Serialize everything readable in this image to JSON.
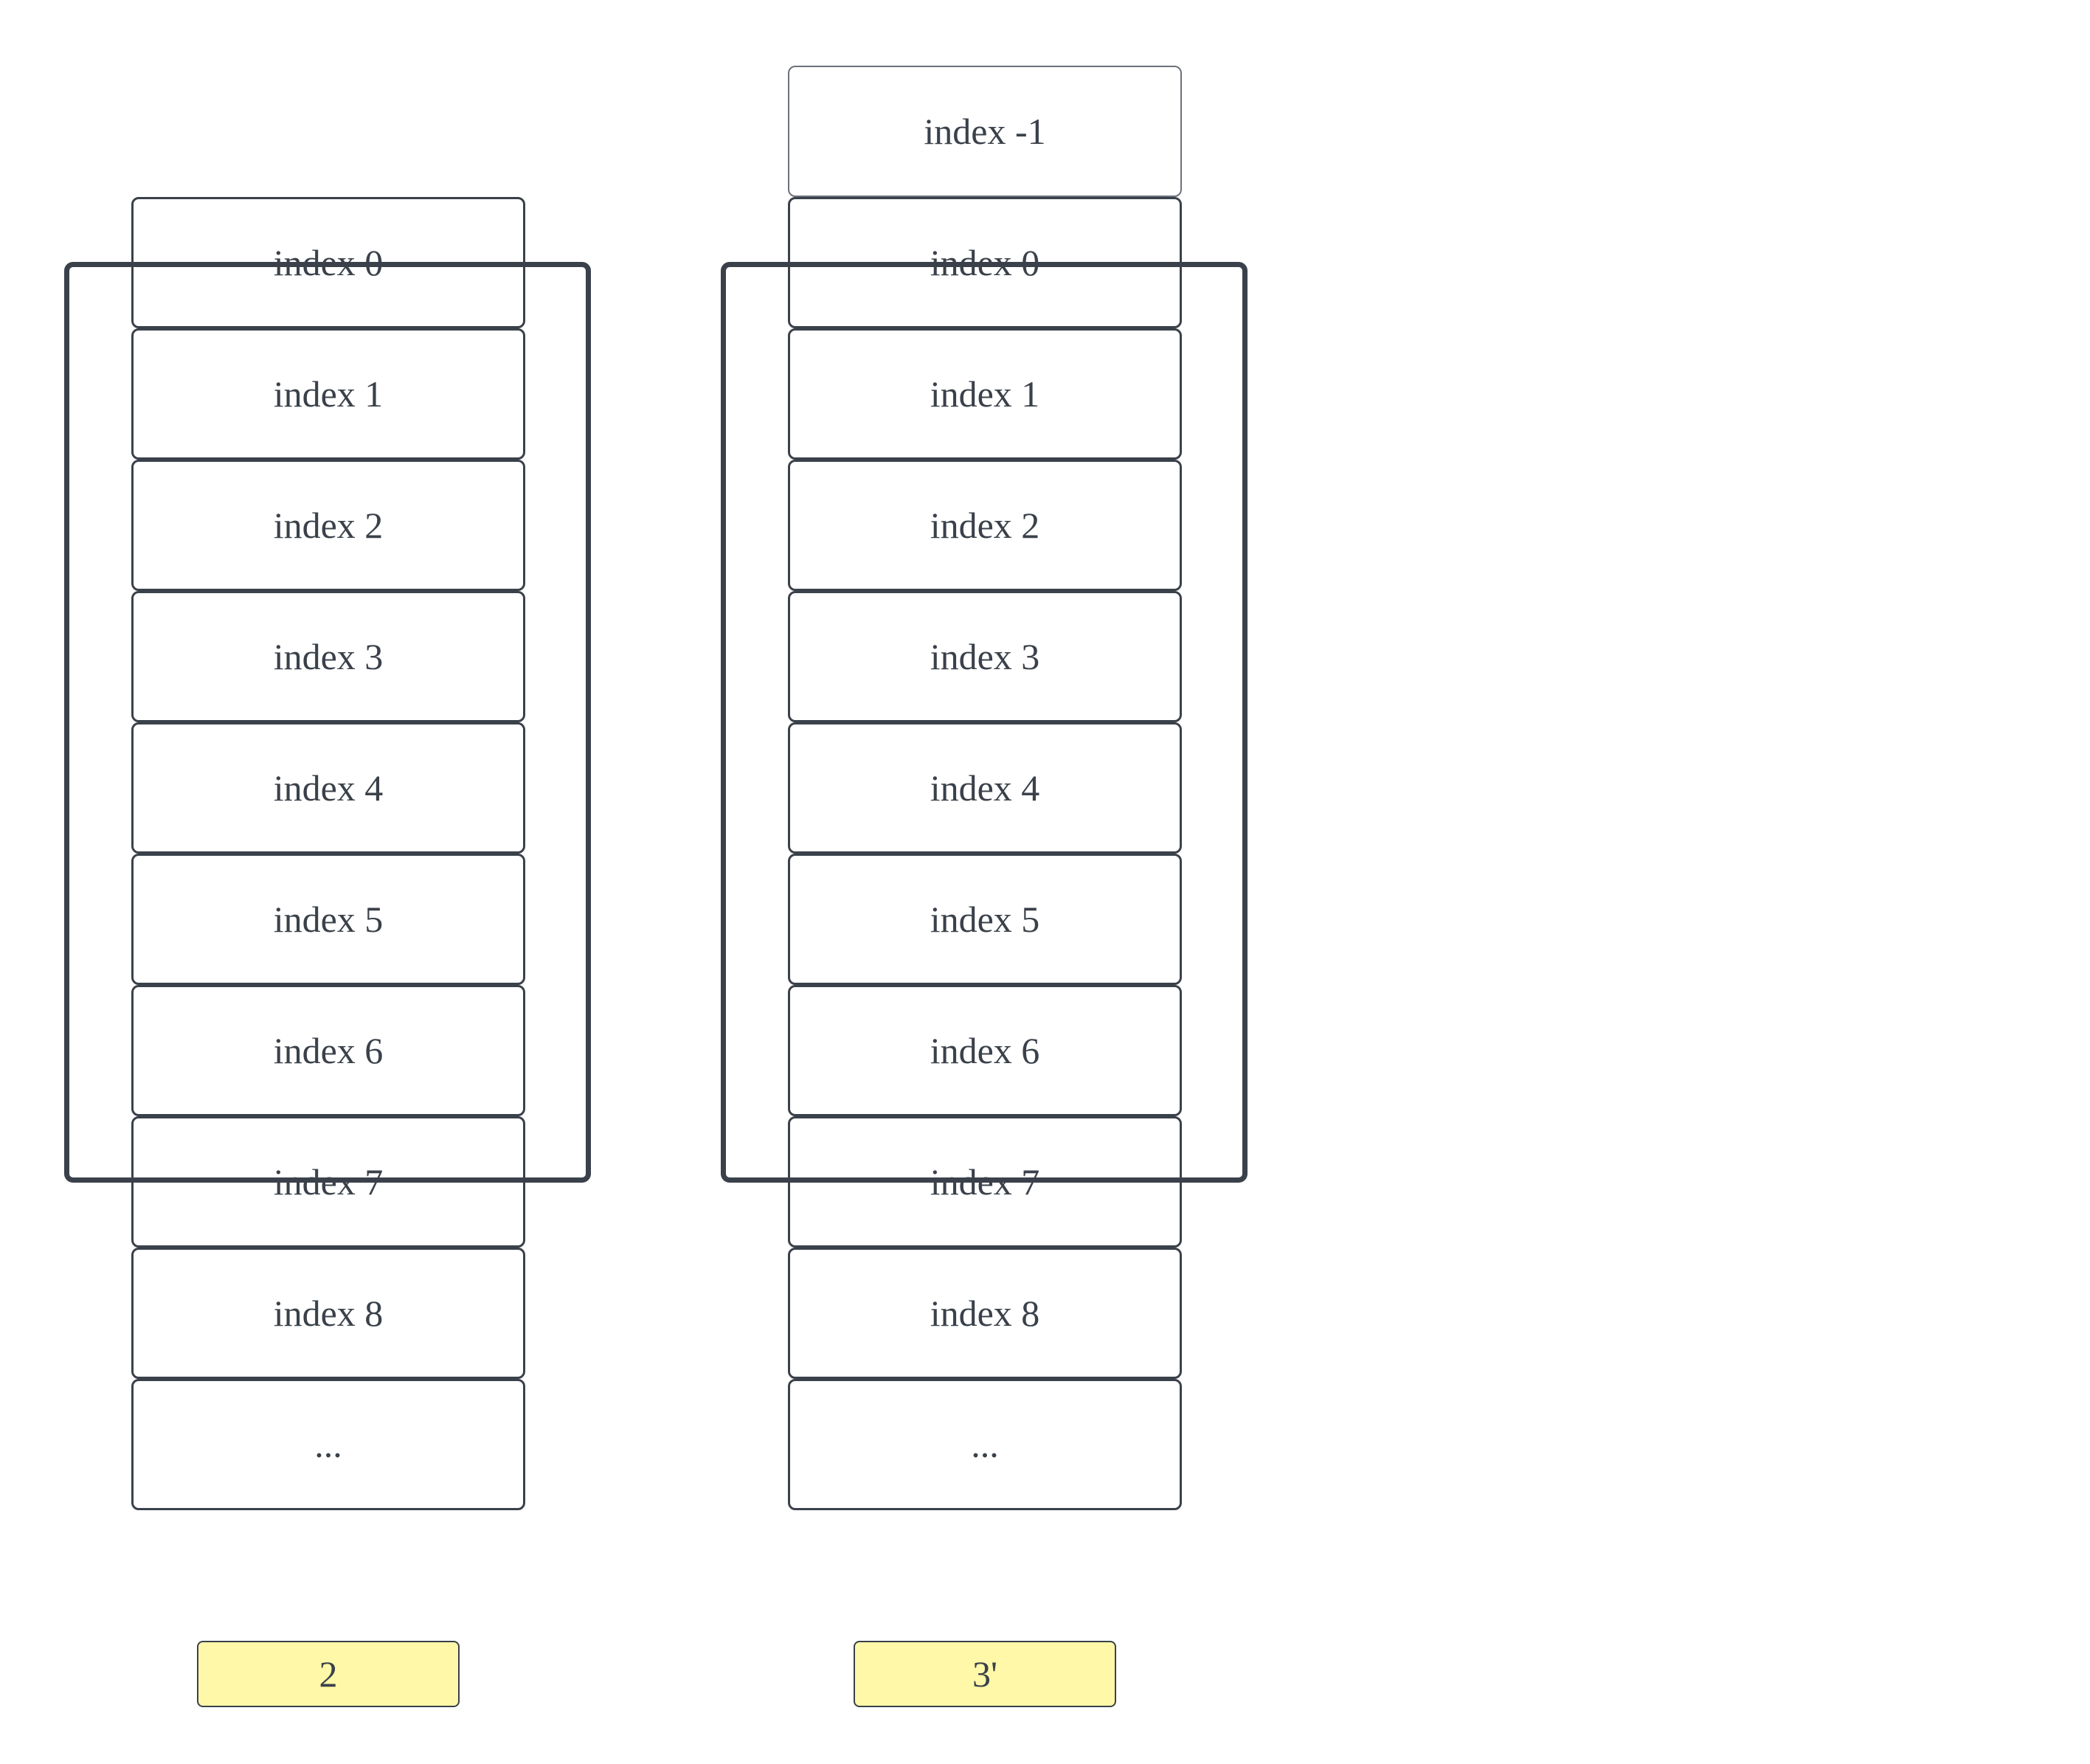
{
  "diagram": {
    "left_column": {
      "cells": [
        "index 0",
        "index 1",
        "index 2",
        "index 3",
        "index 4",
        "index 5",
        "index 6",
        "index 7",
        "index 8",
        "..."
      ],
      "tag": "2"
    },
    "right_column": {
      "cells": [
        "index -1",
        "index 0",
        "index 1",
        "index 2",
        "index 3",
        "index 4",
        "index 5",
        "index 6",
        "index 7",
        "index 8",
        "..."
      ],
      "tag": "3'"
    },
    "colors": {
      "stroke": "#3a414a",
      "tag_fill": "#fff8a8",
      "background": "#ffffff"
    }
  }
}
